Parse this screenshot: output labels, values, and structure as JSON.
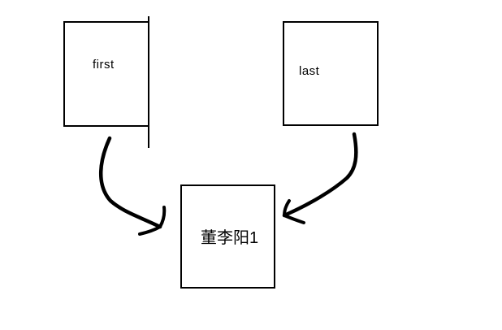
{
  "canvas": {
    "background_color": "#ffffff",
    "ink_color": "#000000",
    "kind": "hand-drawn flow diagram"
  },
  "nodes": {
    "first": {
      "label": "first"
    },
    "last": {
      "label": "last"
    },
    "result": {
      "label": "董李阳1"
    }
  },
  "edges": [
    {
      "from": "first",
      "to": "result",
      "style": "hand-drawn curved arrow"
    },
    {
      "from": "last",
      "to": "result",
      "style": "hand-drawn curved arrow"
    }
  ]
}
